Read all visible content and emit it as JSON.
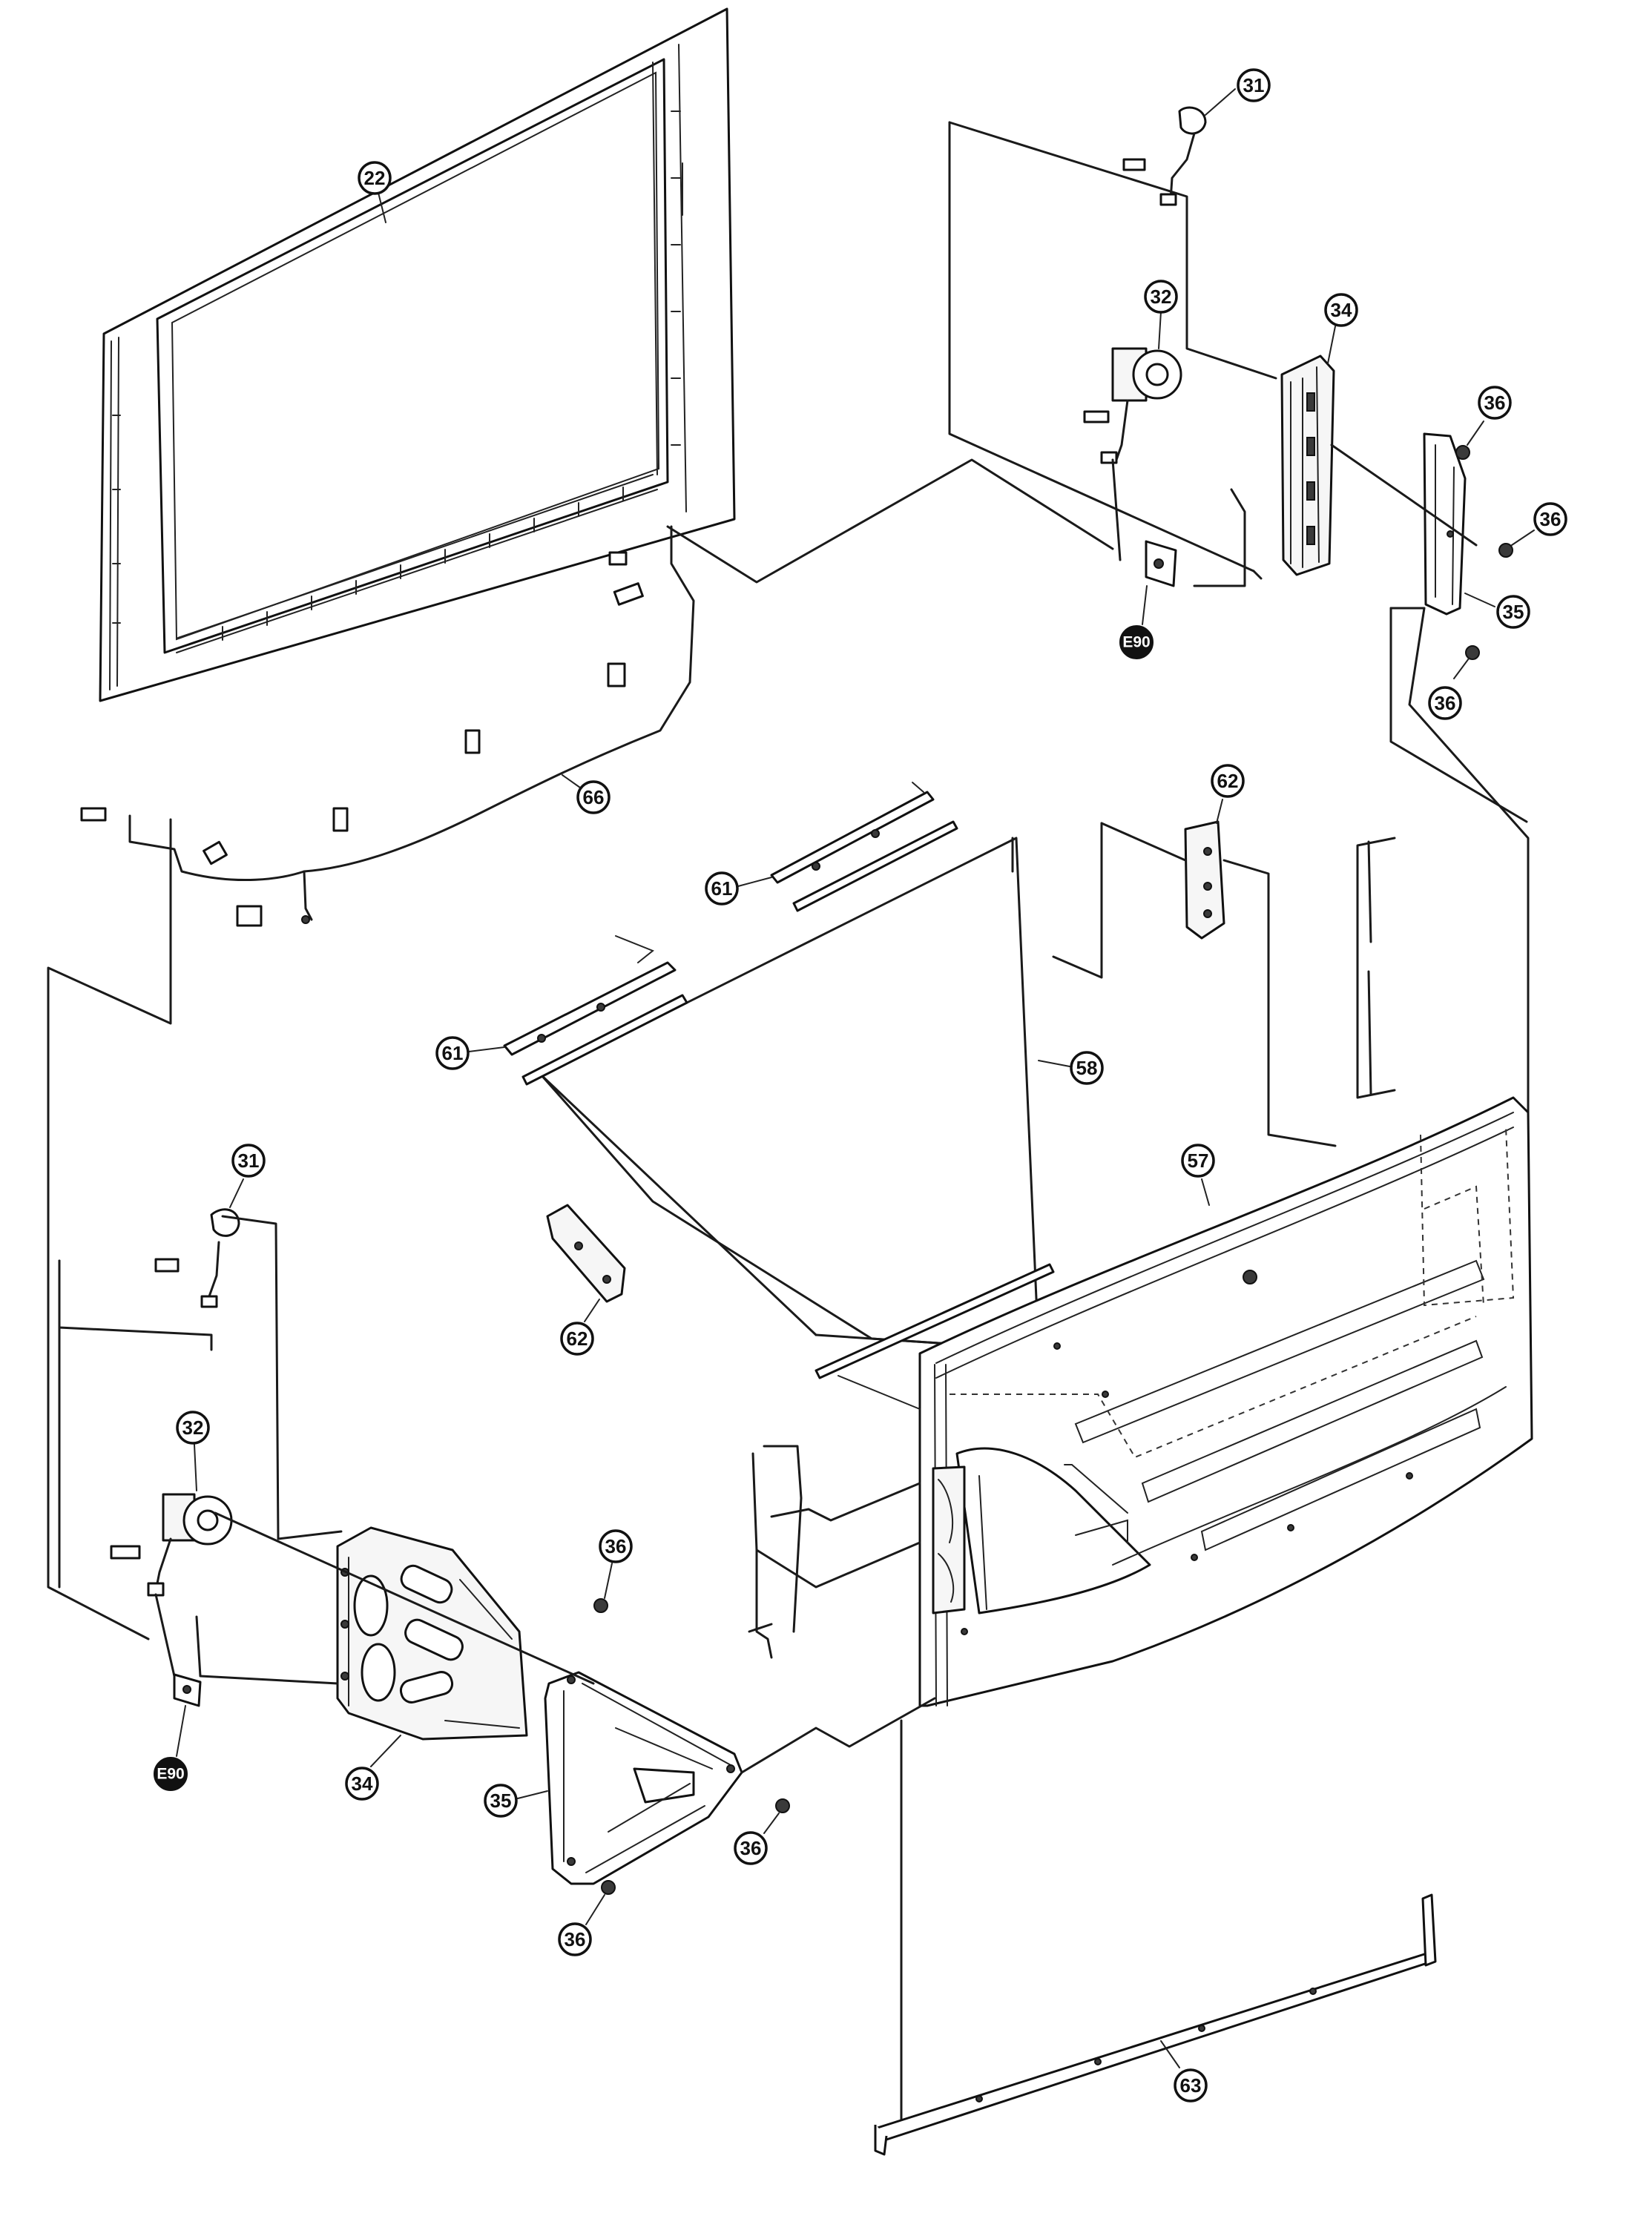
{
  "callouts": {
    "frame_22": "22",
    "connector_31_top": "31",
    "motor_32_top": "32",
    "bracket_34_top": "34",
    "screw_36_a": "36",
    "screw_36_b": "36",
    "plate_35_top": "35",
    "screw_36_c": "36",
    "ground_e90_top": "E90",
    "harness_66": "66",
    "rail_61_a": "61",
    "rail_61_b": "61",
    "bracket_62_top": "62",
    "mirror_58": "58",
    "cabinet_57": "57",
    "bracket_62_low": "62",
    "connector_31_low": "31",
    "motor_32_low": "32",
    "bracket_34_low": "34",
    "screw_36_d": "36",
    "plate_35_low": "35",
    "screw_36_e": "36",
    "screw_36_f": "36",
    "ground_e90_low": "E90",
    "rail_63": "63"
  }
}
